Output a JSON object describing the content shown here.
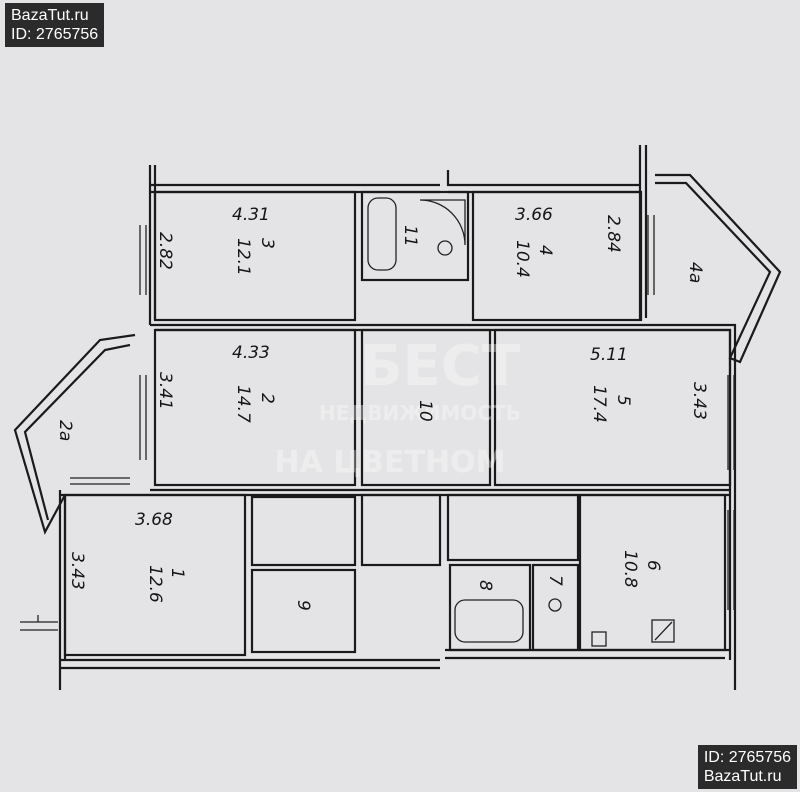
{
  "watermark_top": {
    "site": "BazaTut.ru",
    "id": "ID: 2765756"
  },
  "watermark_bottom": {
    "id": "ID: 2765756",
    "site": "BazaTut.ru"
  },
  "center_watermark": {
    "line1": "БЕСТ",
    "line2": "НЕДВИЖИМОСТЬ",
    "line3": "НА ЦВЕТНОМ"
  },
  "rooms": {
    "r3": {
      "num": "3",
      "area": "12.1",
      "len": "4.31",
      "wid": "2.82"
    },
    "r11": {
      "num": "11"
    },
    "r4": {
      "num": "4",
      "area": "10.4",
      "len": "3.66",
      "wid": "2.84"
    },
    "r4a": {
      "num": "4a"
    },
    "r2": {
      "num": "2",
      "area": "14.7",
      "len": "4.33",
      "wid": "3.41"
    },
    "r2a": {
      "num": "2a"
    },
    "r10": {
      "num": "10"
    },
    "r5": {
      "num": "5",
      "area": "17.4",
      "len": "5.11",
      "wid": "3.43"
    },
    "r1": {
      "num": "1",
      "area": "12.6",
      "len": "3.68",
      "wid": "3.43"
    },
    "r9": {
      "num": "9"
    },
    "r8": {
      "num": "8"
    },
    "r7": {
      "num": "7"
    },
    "r6": {
      "num": "6",
      "area": "10.8"
    }
  }
}
